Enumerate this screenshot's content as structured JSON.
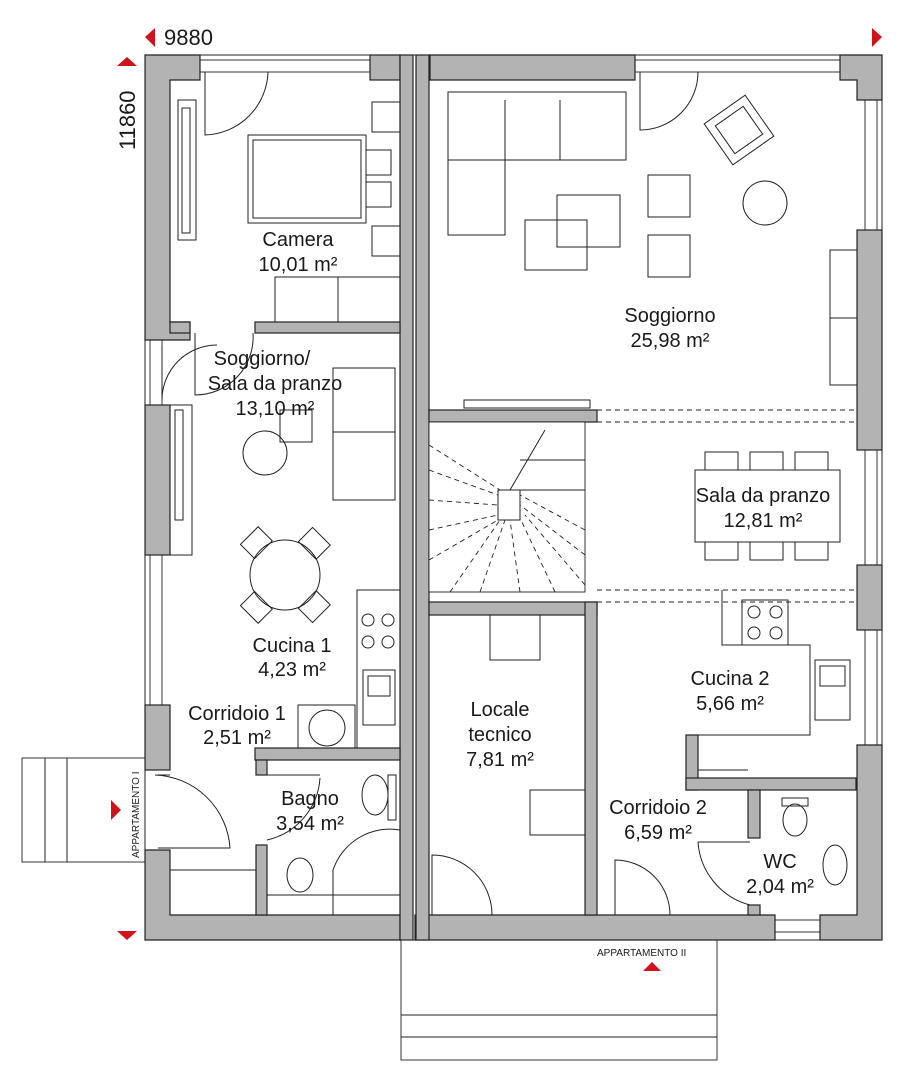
{
  "dimensions": {
    "width": "9880",
    "height": "11860"
  },
  "apartments": {
    "first": "APPARTAMENTO I",
    "second": "APPARTAMENTO II"
  },
  "rooms": [
    {
      "name": "Camera",
      "area": "10,01 m²"
    },
    {
      "name_line1": "Soggiorno/",
      "name_line2": "Sala da pranzo",
      "area": "13,10 m²"
    },
    {
      "name": "Cucina 1",
      "area": "4,23 m²"
    },
    {
      "name": "Corridoio 1",
      "area": "2,51 m²"
    },
    {
      "name": "Bagno",
      "area": "3,54 m²"
    },
    {
      "name": "Soggiorno",
      "area": "25,98 m²"
    },
    {
      "name": "Sala da pranzo",
      "area": "12,81 m²"
    },
    {
      "name_line1": "Locale",
      "name_line2": "tecnico",
      "area": "7,81 m²"
    },
    {
      "name": "Cucina 2",
      "area": "5,66 m²"
    },
    {
      "name": "Corridoio 2",
      "area": "6,59 m²"
    },
    {
      "name": "WC",
      "area": "2,04 m²"
    }
  ],
  "colors": {
    "wall": "#b3b3b3",
    "marker": "#d0121b",
    "line": "#222222"
  }
}
